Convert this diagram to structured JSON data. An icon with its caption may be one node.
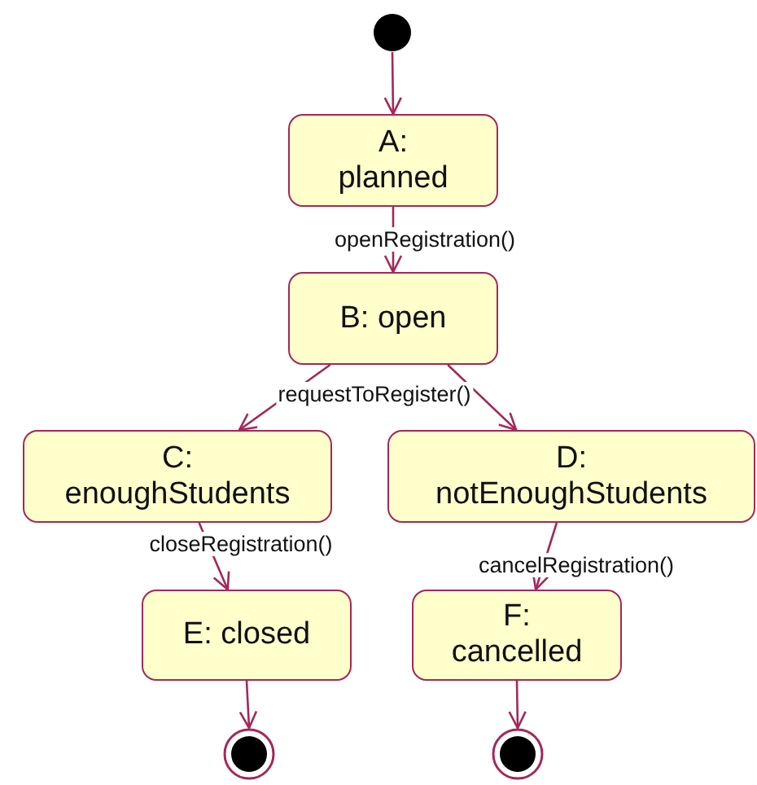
{
  "diagram": {
    "nodes": [
      {
        "text": [],
        "shape": "circle"
      },
      {
        "text": [
          "A: planned"
        ]
      },
      {
        "text": [
          "B: open"
        ]
      },
      {
        "text": [
          "C: enoughStudents"
        ]
      },
      {
        "text": [
          "D: notEnoughStudents"
        ]
      },
      {
        "text": [
          "E: closed"
        ]
      },
      {
        "text": [
          "F: cancelled"
        ]
      },
      {
        "text": [],
        "shape": "circle"
      },
      {
        "text": [],
        "shape": "circle"
      }
    ],
    "edges": [
      {
        "from": 0,
        "to": 1,
        "arrow": "to"
      },
      {
        "from": 1,
        "to": 2,
        "arrow": "to",
        "label": "openRegistration()"
      },
      {
        "from": 2,
        "to": 3,
        "arrow": "to",
        "label": "requestToRegister()"
      },
      {
        "from": 2,
        "to": 4,
        "arrow": "to"
      },
      {
        "from": 3,
        "to": 5,
        "arrow": "to",
        "label": "closeRegistration()"
      },
      {
        "from": 4,
        "to": 6,
        "arrow": "to",
        "label": "cancelRegistration()"
      },
      {
        "from": 5,
        "to": 7,
        "arrow": "to"
      },
      {
        "from": 6,
        "to": 8,
        "arrow": "to"
      }
    ]
  }
}
